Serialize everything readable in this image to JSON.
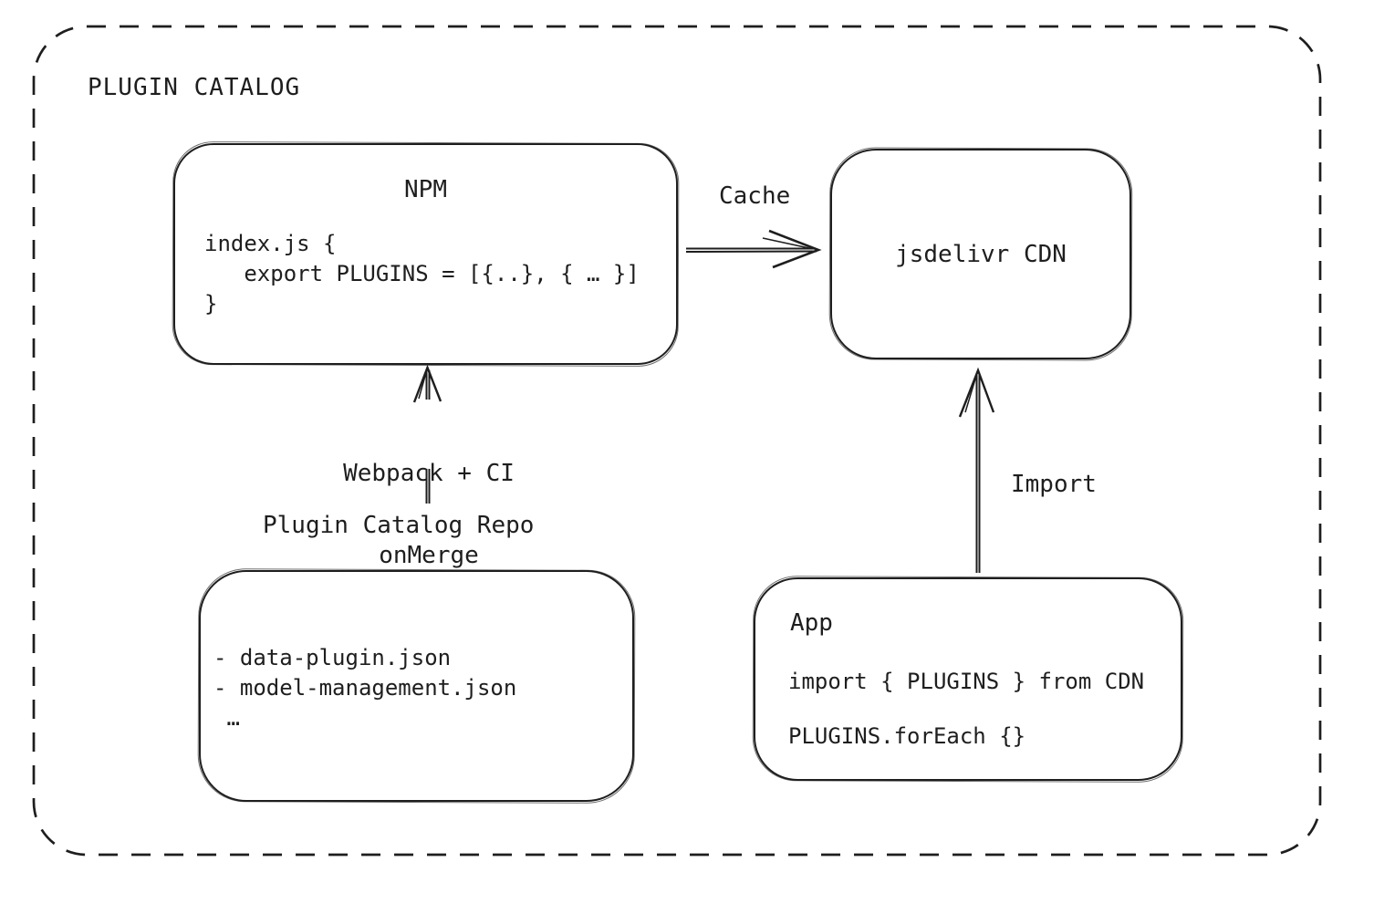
{
  "diagram": {
    "title": "PLUGIN CATALOG",
    "colors": {
      "stroke": "#1e1e1e",
      "background": "#ffffff"
    },
    "nodes": {
      "npm": {
        "title": "NPM",
        "code_lines": [
          "index.js {",
          "   export PLUGINS = [{..}, { … }]",
          "}"
        ]
      },
      "cdn": {
        "label": "jsdelivr CDN"
      },
      "repo": {
        "heading": "Plugin Catalog Repo",
        "items": [
          "- data-plugin.json",
          "- model-management.json",
          " …"
        ]
      },
      "app": {
        "title": "App",
        "code_lines": [
          "import { PLUGINS } from CDN",
          "PLUGINS.forEach {}"
        ]
      }
    },
    "edges": {
      "cache": {
        "label": "Cache",
        "from": "NPM",
        "to": "jsdelivr CDN"
      },
      "build": {
        "label_line1": "Webpack + CI",
        "label_line2": "onMerge",
        "from": "Plugin Catalog Repo",
        "to": "NPM"
      },
      "import": {
        "label": "Import",
        "from": "App",
        "to": "jsdelivr CDN"
      }
    }
  }
}
